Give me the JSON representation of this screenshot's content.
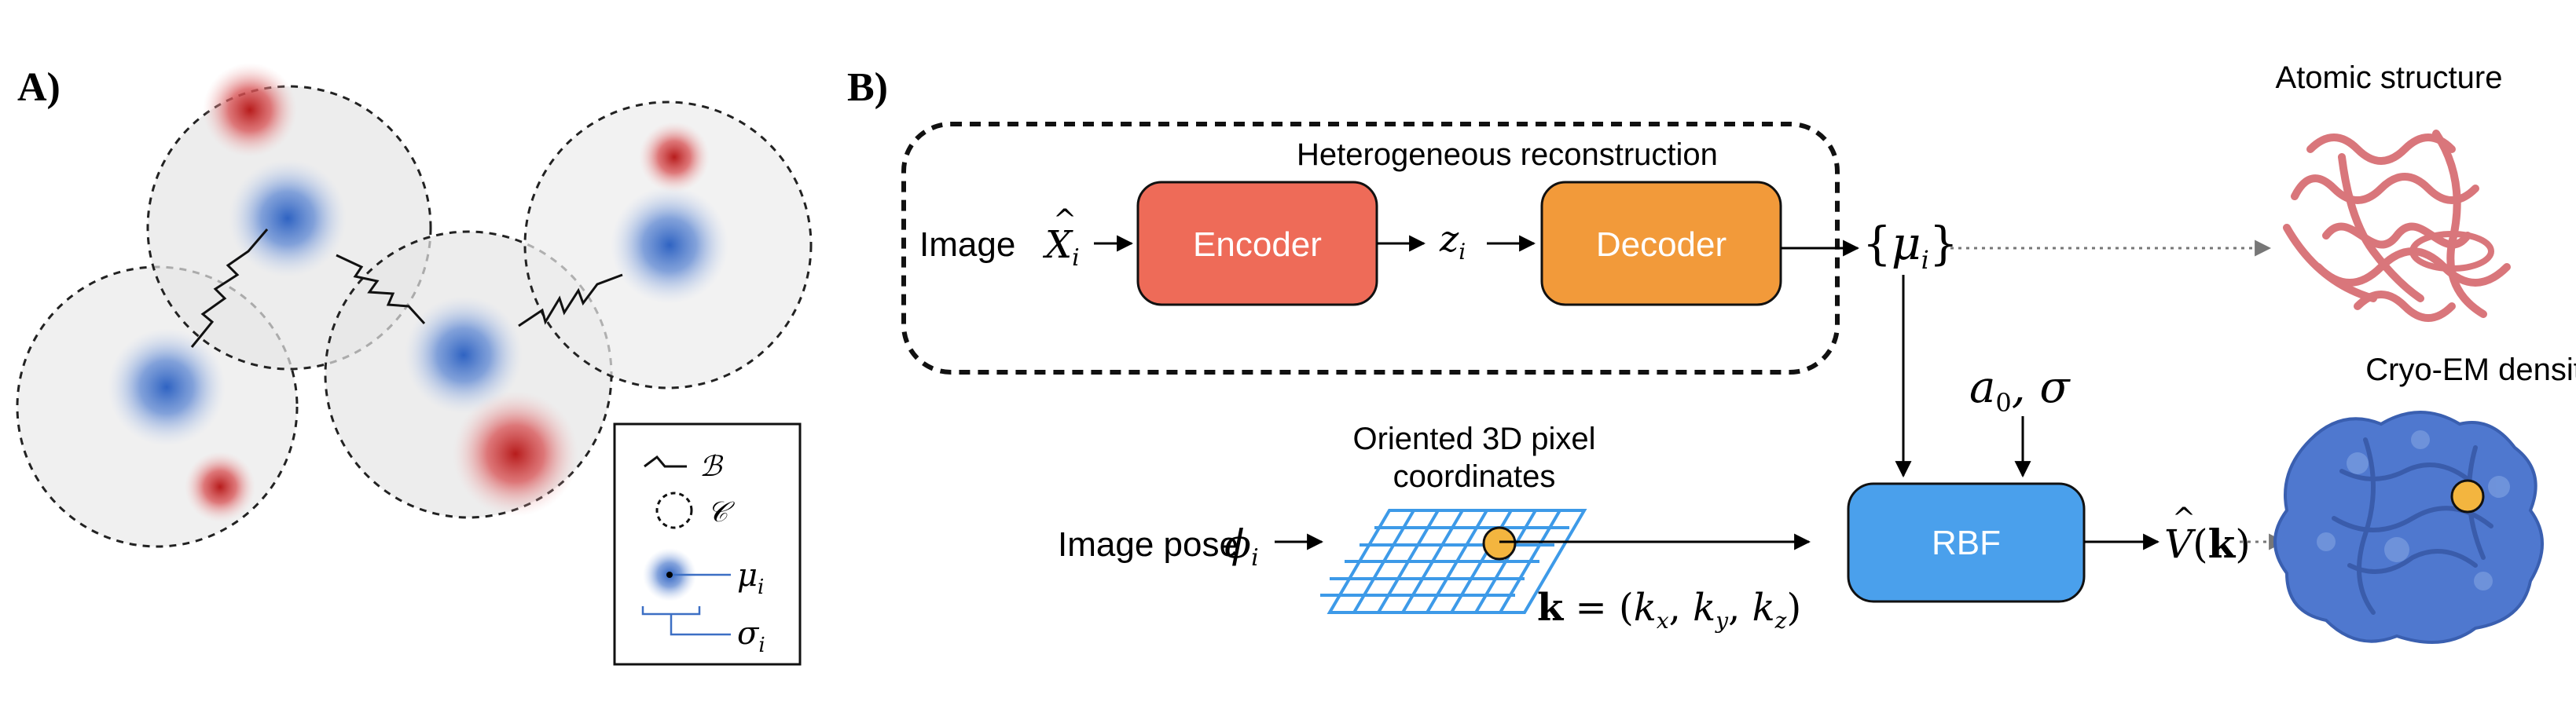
{
  "panel_a": {
    "label": "A)",
    "legend": {
      "bond_symbol": "ℬ",
      "clash_symbol": "𝒞",
      "mu_label": "μ",
      "mu_sub": "i",
      "sigma_label": "σ",
      "sigma_sub": "i"
    }
  },
  "panel_b": {
    "label": "B)",
    "group_title": "Heterogeneous reconstruction",
    "image_label": "Image",
    "image_var": "X",
    "image_var_hat": "^",
    "image_var_sub": "i",
    "encoder_label": "Encoder",
    "latent_var": "z",
    "latent_sub": "i",
    "decoder_label": "Decoder",
    "mu_set_open": "{",
    "mu_set_var": "μ",
    "mu_set_sub": "i",
    "mu_set_close": "}",
    "atomic_title": "Atomic structure",
    "params_a": "a",
    "params_a_sub": "0",
    "params_sigma": ", σ",
    "cryo_title": "Cryo-EM density",
    "pixel_title_line1": "Oriented 3D pixel",
    "pixel_title_line2": "coordinates",
    "pose_label": "Image pose",
    "pose_var": "ϕ",
    "pose_sub": "i",
    "k_bold": "k",
    "k_eq": " = (",
    "k_x": "k",
    "k_x_sub": "x",
    "k_sep1": ", ",
    "k_y": "k",
    "k_y_sub": "y",
    "k_sep2": ", ",
    "k_z": "k",
    "k_z_sub": "z",
    "k_close": ")",
    "rbf_label": "RBF",
    "vhat_var": "V",
    "vhat_hat": "^",
    "vhat_open": "(",
    "vhat_k": "k",
    "vhat_close": ")"
  },
  "colors": {
    "encoder": "#ee6b58",
    "decoder": "#f29a3a",
    "rbf": "#4aa0ec",
    "grid": "#3d9ae8",
    "point": "#f3b53f",
    "gaussian_blue": "#3c6fc4",
    "gaussian_red": "#c62828",
    "protein_ribbon": "#d9767b",
    "density_surface": "#4f78cf"
  }
}
